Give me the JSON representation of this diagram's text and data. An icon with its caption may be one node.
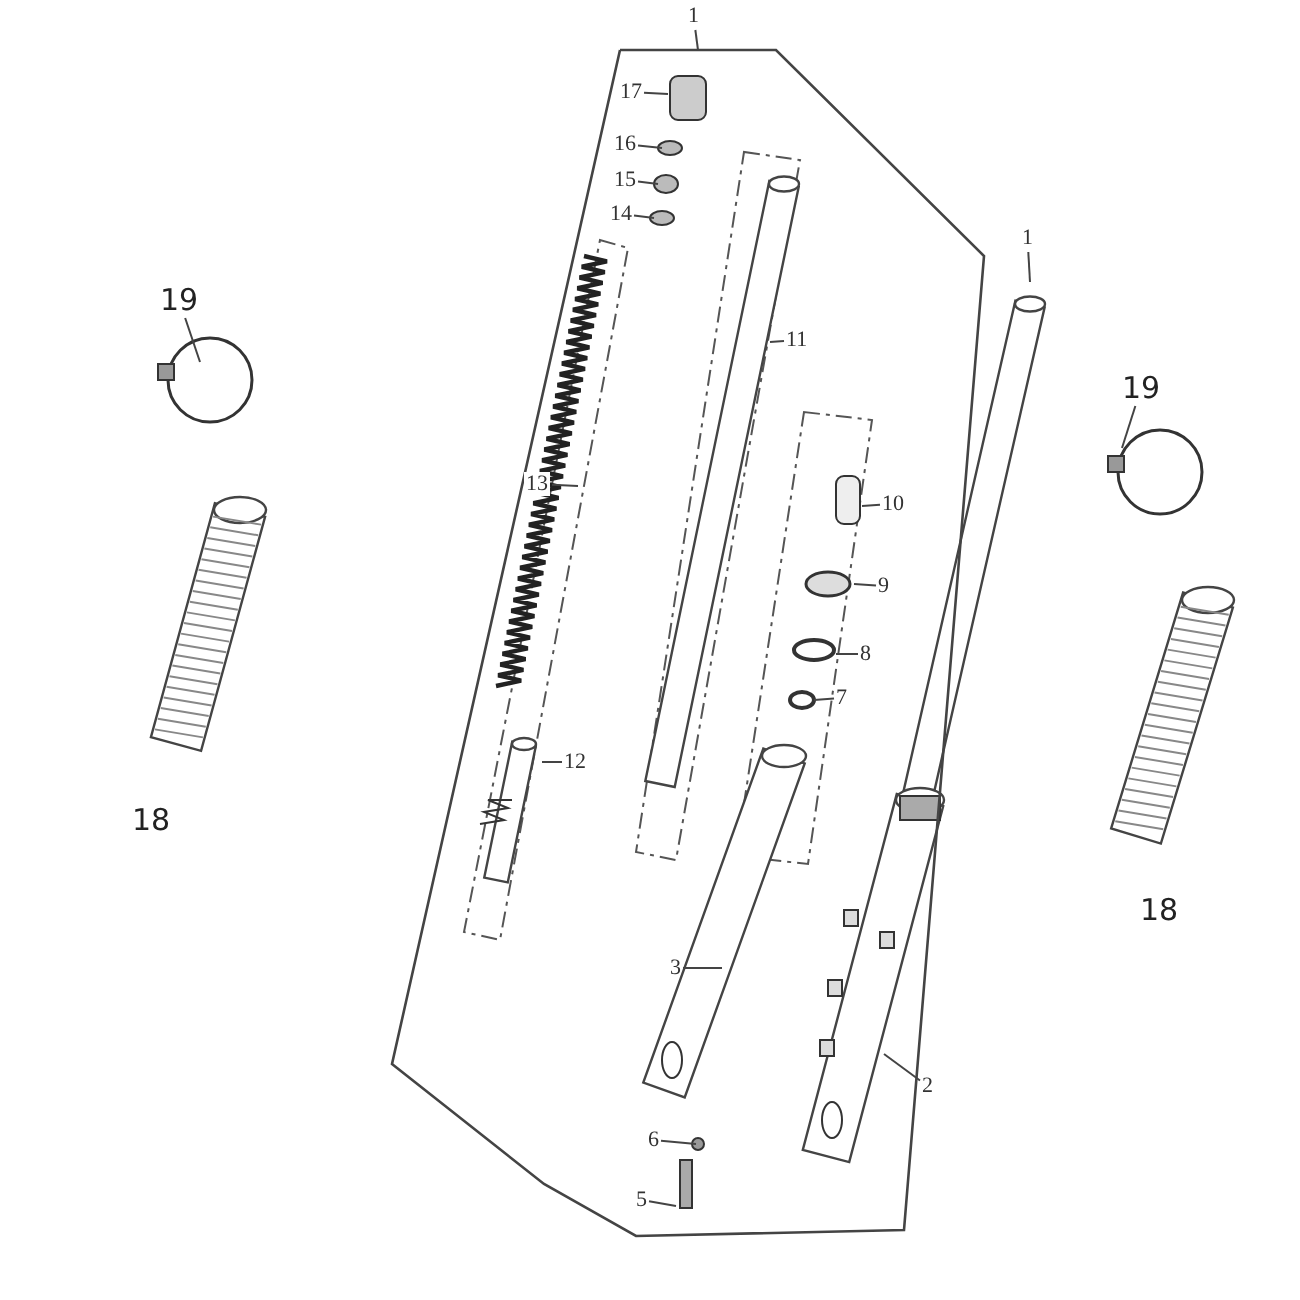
{
  "diagram": {
    "nodes": [
      {
        "text": [
          "1"
        ]
      },
      {
        "text": [
          "17"
        ],
        "in": 19
      },
      {
        "text": [
          "16"
        ],
        "in": 19
      },
      {
        "text": [
          "15"
        ],
        "in": 19
      },
      {
        "text": [
          "14"
        ],
        "in": 19
      },
      {
        "text": [
          "1"
        ]
      },
      {
        "text": [
          "11"
        ],
        "in": 19
      },
      {
        "text": [
          "19"
        ]
      },
      {
        "text": [
          "19"
        ]
      },
      {
        "text": [
          "13"
        ],
        "in": 19
      },
      {
        "text": [
          "10"
        ],
        "in": 19
      },
      {
        "text": [
          "9"
        ],
        "in": 19
      },
      {
        "text": [
          "8"
        ],
        "in": 19
      },
      {
        "text": [
          "7"
        ],
        "in": 19
      },
      {
        "text": [
          "12"
        ],
        "in": 19
      },
      {
        "text": [
          "3"
        ],
        "in": 19
      },
      {
        "text": [
          "2"
        ]
      },
      {
        "text": [
          "6"
        ],
        "in": 19
      },
      {
        "text": [
          "5"
        ],
        "in": 19
      },
      {
        "text": [],
        "shape": "box"
      }
    ],
    "edges": [
      {
        "from": 0,
        "to": 19,
        "arrow": "none"
      },
      {
        "from": 1,
        "to": null,
        "arrow": "none"
      },
      {
        "from": 2,
        "to": null,
        "arrow": "none"
      },
      {
        "from": 3,
        "to": null,
        "arrow": "none"
      },
      {
        "from": 4,
        "to": null,
        "arrow": "none"
      },
      {
        "from": 5,
        "to": null,
        "arrow": "none"
      },
      {
        "from": 6,
        "to": null,
        "arrow": "none"
      },
      {
        "from": 7,
        "to": null,
        "arrow": "none"
      },
      {
        "from": 8,
        "to": null,
        "arrow": "none"
      },
      {
        "from": 9,
        "to": null,
        "arrow": "none"
      },
      {
        "from": 10,
        "to": null,
        "arrow": "none"
      },
      {
        "from": 11,
        "to": null,
        "arrow": "none"
      },
      {
        "from": 12,
        "to": null,
        "arrow": "none"
      },
      {
        "from": 13,
        "to": null,
        "arrow": "none"
      },
      {
        "from": 14,
        "to": null,
        "arrow": "none"
      },
      {
        "from": 15,
        "to": null,
        "arrow": "none"
      },
      {
        "from": 16,
        "to": null,
        "arrow": "none"
      },
      {
        "from": 17,
        "to": null,
        "arrow": "none"
      },
      {
        "from": 18,
        "to": null,
        "arrow": "none"
      }
    ],
    "labels": [
      "18",
      "18"
    ]
  }
}
